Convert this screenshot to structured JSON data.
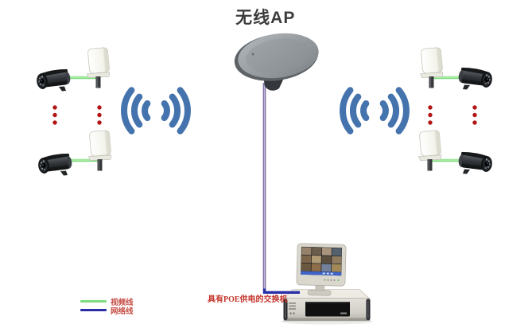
{
  "title": "无线AP",
  "devices": {
    "switch_label": "具有POE供电的交换机"
  },
  "legend": {
    "items": [
      {
        "label": "视频线",
        "color": "#7ddc7d"
      },
      {
        "label": "网络线",
        "color": "#2a2fa8"
      }
    ]
  },
  "colors": {
    "wifi_signal_blue": "#4473ad",
    "ellipsis_dot_red": "#b21515",
    "video_cable_green": "#7ddc7d",
    "network_cable_blue": "#2a2fa8",
    "ap_feed_cable_purple": "#8a7ab0",
    "label_text_red": "#c4342a",
    "dish_gray": "#9aa0a5"
  },
  "icons": {
    "wifi": "wifi-signal-icon",
    "camera": "bullet-camera-icon",
    "antenna": "cpe-panel-antenna-icon",
    "dish": "wireless-ap-dish-icon",
    "monitor": "surveillance-monitor-icon",
    "switch": "poe-switch-icon"
  }
}
